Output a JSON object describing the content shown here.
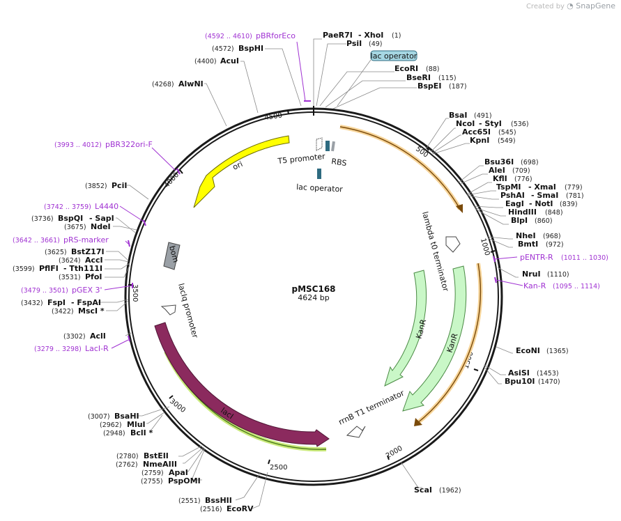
{
  "credit": {
    "prefix": "Created by",
    "brand": "SnapGene"
  },
  "plasmid": {
    "name": "pMSC168",
    "length_label": "4624 bp"
  },
  "ticks": [
    "500",
    "1000",
    "1500",
    "2000",
    "2500",
    "3000",
    "3500",
    "4000",
    "4500"
  ],
  "features": {
    "ori": "ori",
    "bom": "bom",
    "t5_promoter": "T5 promoter",
    "rbs": "RBS",
    "lac_operator_1": "lac operator",
    "lac_operator_2": "lac operator",
    "lambda_t0": "lambda t0 terminator",
    "kanr_1": "KanR",
    "kanr_2": "KanR",
    "laciq_promoter": "lacIq promoter",
    "laci": "lacI",
    "rrnb_t1": "rrnB T1 terminator"
  },
  "sites": {
    "paer7i": {
      "name": "PaeR7I",
      "pos": "(1)"
    },
    "xhoi": {
      "name": "- XhoI"
    },
    "psii": {
      "name": "PsiI",
      "pos": "(49)"
    },
    "ecori": {
      "name": "EcoRI",
      "pos": "(88)"
    },
    "bseri": {
      "name": "BseRI",
      "pos": "(115)"
    },
    "bspei": {
      "name": "BspEI",
      "pos": "(187)"
    },
    "bsai": {
      "name": "BsaI",
      "pos": "(491)"
    },
    "ncoi": {
      "name": "NcoI",
      "pos": "(536)"
    },
    "styi": {
      "name": "- StyI"
    },
    "acc65i": {
      "name": "Acc65I",
      "pos": "(545)"
    },
    "kpni": {
      "name": "KpnI",
      "pos": "(549)"
    },
    "bsu36i": {
      "name": "Bsu36I",
      "pos": "(698)"
    },
    "alei": {
      "name": "AleI",
      "pos": "(709)"
    },
    "kfli": {
      "name": "KflI",
      "pos": "(776)"
    },
    "tspmi": {
      "name": "TspMI",
      "pos": "(779)"
    },
    "xmai": {
      "name": "- XmaI"
    },
    "pshai": {
      "name": "PshAI",
      "pos": "(781)"
    },
    "smai": {
      "name": "- SmaI"
    },
    "eagi": {
      "name": "EagI",
      "pos": "(839)"
    },
    "noti": {
      "name": "- NotI"
    },
    "hindiii": {
      "name": "HindIII",
      "pos": "(848)"
    },
    "blpi": {
      "name": "BlpI",
      "pos": "(860)"
    },
    "nhei": {
      "name": "NheI",
      "pos": "(968)"
    },
    "bmti": {
      "name": "BmtI",
      "pos": "(972)"
    },
    "nrui": {
      "name": "NruI",
      "pos": "(1110)"
    },
    "econi": {
      "name": "EcoNI",
      "pos": "(1365)"
    },
    "asisi": {
      "name": "AsiSI",
      "pos": "(1453)"
    },
    "bpu10i": {
      "name": "Bpu10I",
      "pos": "(1470)"
    },
    "scai": {
      "name": "ScaI",
      "pos": "(1962)"
    },
    "bsshii": {
      "name": "BssHII",
      "pos": "(2551)"
    },
    "ecorv": {
      "name": "EcoRV",
      "pos": "(2516)"
    },
    "bsteii": {
      "name": "BstEII",
      "pos": "(2780)"
    },
    "nmeaiii": {
      "name": "NmeAIII",
      "pos": "(2762)"
    },
    "apai": {
      "name": "ApaI",
      "pos": "(2759)"
    },
    "pspomi": {
      "name": "PspOMI",
      "pos": "(2755)"
    },
    "bsahi": {
      "name": "BsaHI",
      "pos": "(3007)"
    },
    "mlui": {
      "name": "MluI",
      "pos": "(2962)"
    },
    "bcli": {
      "name": "BclI *",
      "pos": "(2948)"
    },
    "acli": {
      "name": "AclI",
      "pos": "(3302)"
    },
    "fspi": {
      "name": "FspI",
      "pos": "(3432)"
    },
    "fspai": {
      "name": "- FspAI"
    },
    "msci": {
      "name": "MscI *",
      "pos": "(3422)"
    },
    "bstz17i": {
      "name": "BstZ17I",
      "pos": "(3625)"
    },
    "acci": {
      "name": "AccI",
      "pos": "(3624)"
    },
    "pflfi": {
      "name": "PflFI",
      "pos": "(3599)"
    },
    "tth111i": {
      "name": "- Tth111I"
    },
    "pfoi": {
      "name": "PfoI",
      "pos": "(3531)"
    },
    "bspqi": {
      "name": "BspQI",
      "pos": "(3736)"
    },
    "sapi": {
      "name": "- SapI"
    },
    "ndei": {
      "name": "NdeI",
      "pos": "(3675)"
    },
    "pcii": {
      "name": "PciI",
      "pos": "(3852)"
    },
    "alwni": {
      "name": "AlwNI",
      "pos": "(4268)"
    },
    "acui": {
      "name": "AcuI",
      "pos": "(4400)"
    },
    "bsphi": {
      "name": "BspHI",
      "pos": "(4572)"
    }
  },
  "primers": {
    "pbrforeco": {
      "name": "pBRforEco",
      "pos": "(4592 .. 4610)"
    },
    "pbr322ori": {
      "name": "pBR322ori-F",
      "pos": "(3993 .. 4012)"
    },
    "l4440": {
      "name": "L4440",
      "pos": "(3742 .. 3759)"
    },
    "prs": {
      "name": "pRS-marker",
      "pos": "(3642 .. 3661)"
    },
    "pgex": {
      "name": "pGEX 3'",
      "pos": "(3479 .. 3501)"
    },
    "laci_r": {
      "name": "LacI-R",
      "pos": "(3279 .. 3298)"
    },
    "pentr": {
      "name": "pENTR-R",
      "pos": "(1011 .. 1030)"
    },
    "kan_r": {
      "name": "Kan-R",
      "pos": "(1095 .. 1114)"
    }
  },
  "colors": {
    "backbone": "#1a1a1a",
    "ori": "#ffff00",
    "bom": "#9aa0a6",
    "laci": "#8b2a5e",
    "kanr": "#c9f7c7",
    "terminator_outline": "#e69a2e",
    "primer": "#9b30c8",
    "lac_operator": "#2e6b80",
    "lac_operator_badge": "#a6d7e3"
  }
}
